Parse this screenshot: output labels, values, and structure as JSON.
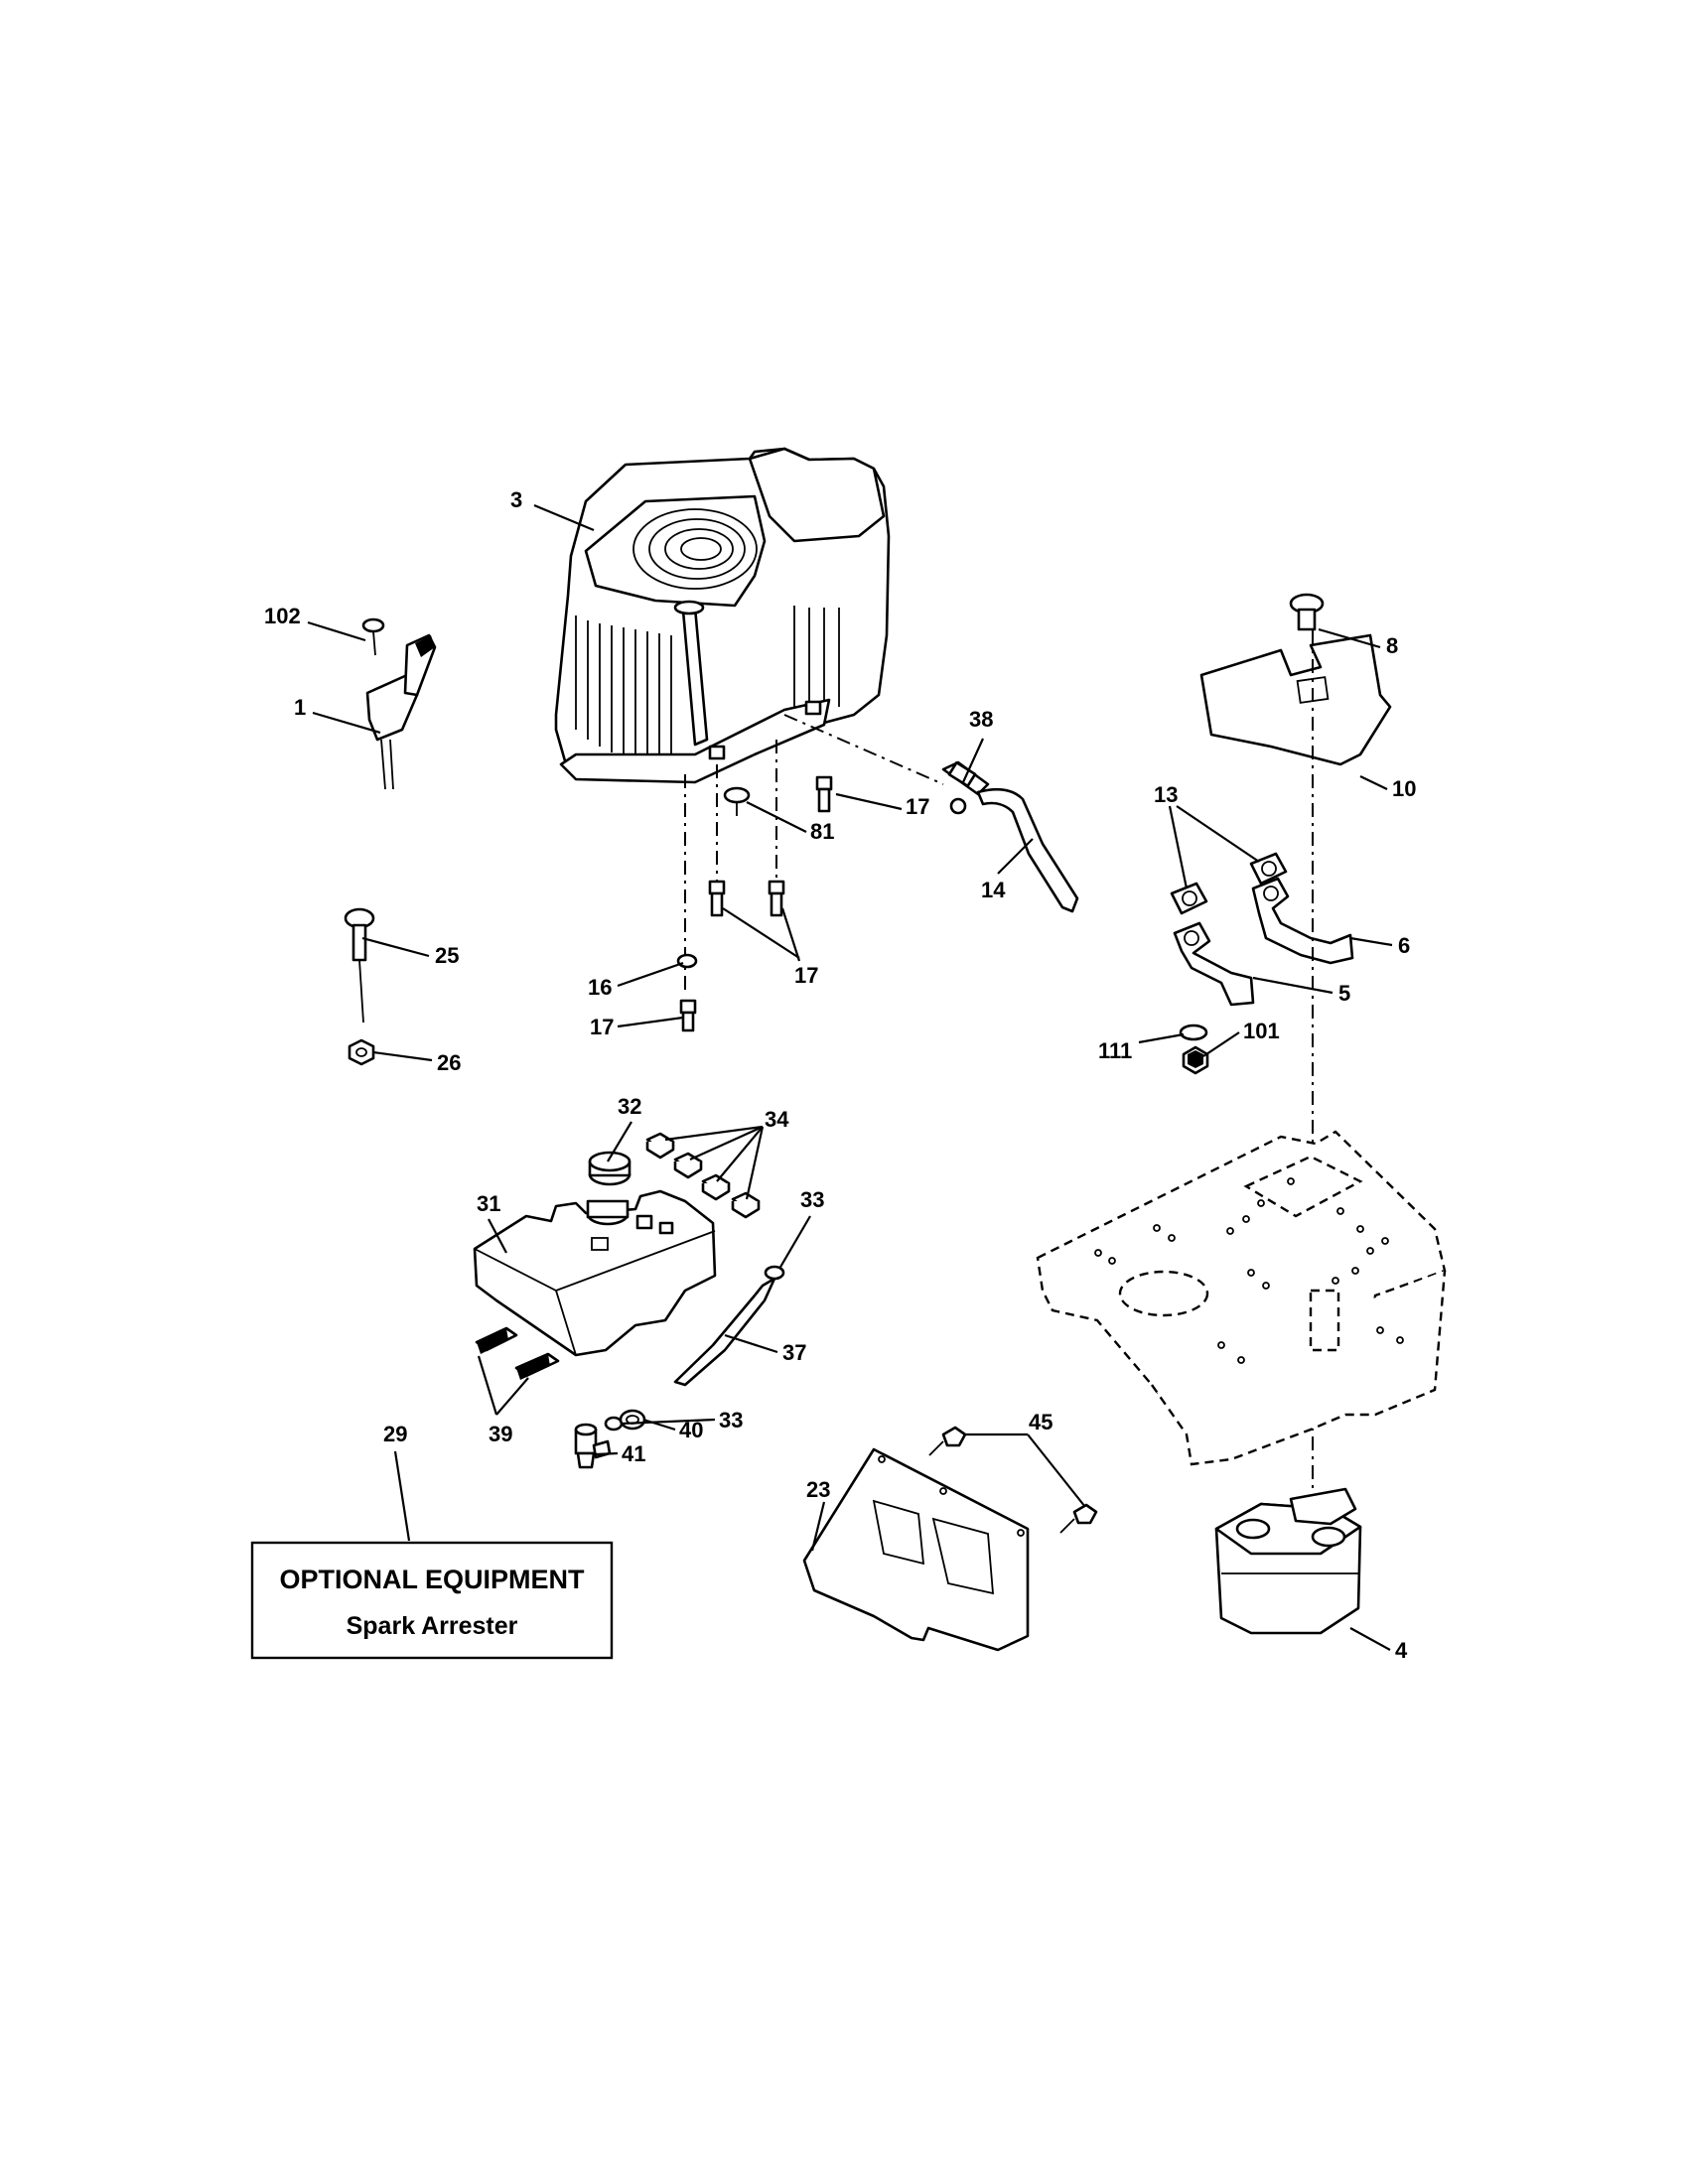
{
  "callouts": {
    "c3": "3",
    "c102": "102",
    "c1": "1",
    "c8": "8",
    "c38": "38",
    "c10": "10",
    "c17a": "17",
    "c81": "81",
    "c13": "13",
    "c14": "14",
    "c6": "6",
    "c17b": "17",
    "c25": "25",
    "c16": "16",
    "c5": "5",
    "c17c": "17",
    "c111": "111",
    "c101": "101",
    "c26": "26",
    "c32": "32",
    "c34": "34",
    "c33a": "33",
    "c31": "31",
    "c37": "37",
    "c33b": "33",
    "c40": "40",
    "c45": "45",
    "c29": "29",
    "c39": "39",
    "c41": "41",
    "c23": "23",
    "c4": "4"
  },
  "optional_box": {
    "title": "OPTIONAL EQUIPMENT",
    "subtitle": "Spark Arrester"
  }
}
